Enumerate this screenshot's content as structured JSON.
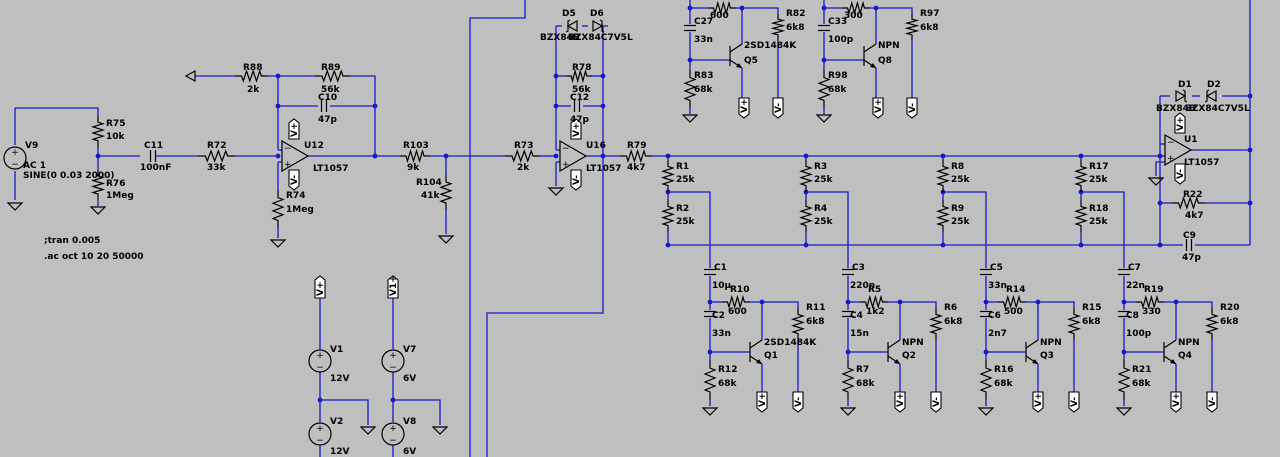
{
  "colors": {
    "background": "#bfbfbf",
    "wire": "#1818c8",
    "component": "#000000"
  },
  "directives": [
    ";tran 0.005",
    ".ac oct 10 20 50000"
  ],
  "labels": {
    "V9": "V9",
    "V9_ac": "AC 1",
    "V9_sine": "SINE(0 0.03 2000)",
    "R75": "R75",
    "R75_v": "10k",
    "R76": "R76",
    "R76_v": "1Meg",
    "C11": "C11",
    "C11_v": "100nF",
    "R72": "R72",
    "R72_v": "33k",
    "R88": "R88",
    "R88_v": "2k",
    "R89": "R89",
    "R89_v": "56k",
    "C10": "C10",
    "C10_v": "47p",
    "U12": "U12",
    "U12_v": "LT1057",
    "R74": "R74",
    "R74_v": "1Meg",
    "R103": "R103",
    "R103_v": "9k",
    "R104": "R104",
    "R104_v": "41k",
    "R73": "R73",
    "R73_v": "2k",
    "D5": "D5",
    "D6": "D6",
    "D5_v": "BZX84B",
    "D56_v": "BZX84C7V5L",
    "R78": "R78",
    "R78_v": "56k",
    "C12": "C12",
    "C12_v": "47p",
    "U16": "U16",
    "U16_v": "LT1057",
    "R79": "R79",
    "R79_v": "4k7",
    "C27": "C27",
    "C27_v": "33n",
    "R27top_v": "600",
    "R82": "R82",
    "R82_v": "6k8",
    "Q5": "Q5",
    "Q5_v": "2SD1484K",
    "R83": "R83",
    "R83_v": "68k",
    "C33": "C33",
    "C33_v": "100p",
    "R33top_v": "300",
    "R97": "R97",
    "R97_v": "6k8",
    "Q8": "Q8",
    "Q8_v": "NPN",
    "R98": "R98",
    "R98_v": "68k",
    "R1": "R1",
    "R1_v": "25k",
    "R2": "R2",
    "R2_v": "25k",
    "R3": "R3",
    "R3_v": "25k",
    "R4": "R4",
    "R4_v": "25k",
    "R8": "R8",
    "R8_v": "25k",
    "R9": "R9",
    "R9_v": "25k",
    "R17": "R17",
    "R17_v": "25k",
    "R18": "R18",
    "R18_v": "25k",
    "D1": "D1",
    "D2": "D2",
    "D1_v": "BZX84B",
    "D12_v": "BZX84C7V5L",
    "U1": "U1",
    "U1_v": "LT1057",
    "R22": "R22",
    "R22_v": "4k7",
    "C9": "C9",
    "C9_v": "47p",
    "C1": "C1",
    "C1_v": "10µ",
    "R10": "R10",
    "R10_v": "600",
    "R11": "R11",
    "R11_v": "6k8",
    "C2": "C2",
    "C2_v": "33n",
    "Q1": "Q1",
    "Q1_v": "2SD1484K",
    "R12": "R12",
    "R12_v": "68k",
    "C3": "C3",
    "C3_v": "220n",
    "R5": "R5",
    "R5_v": "1k2",
    "R6": "R6",
    "R6_v": "6k8",
    "C4": "C4",
    "C4_v": "15n",
    "Q2": "Q2",
    "Q2_v": "NPN",
    "R7": "R7",
    "R7_v": "68k",
    "C5": "C5",
    "C5_v": "33n",
    "R14": "R14",
    "R14_v": "500",
    "R15": "R15",
    "R15_v": "6k8",
    "C6": "C6",
    "C6_v": "2n7",
    "Q3": "Q3",
    "Q3_v": "NPN",
    "R16": "R16",
    "R16_v": "68k",
    "C7": "C7",
    "C7_v": "22n",
    "R19": "R19",
    "R19_v": "330",
    "R20": "R20",
    "R20_v": "6k8",
    "C8": "C8",
    "C8_v": "100p",
    "Q4": "Q4",
    "Q4_v": "NPN",
    "R21": "R21",
    "R21_v": "68k",
    "V1": "V1",
    "V1_v": "12V",
    "V2": "V2",
    "V2_v": "12V",
    "V7": "V7",
    "V7_v": "6V",
    "V8": "V8",
    "V8_v": "6V",
    "Vp": "V+",
    "Vm": "V-",
    "V1p": "V1+",
    "ground": "GND"
  }
}
